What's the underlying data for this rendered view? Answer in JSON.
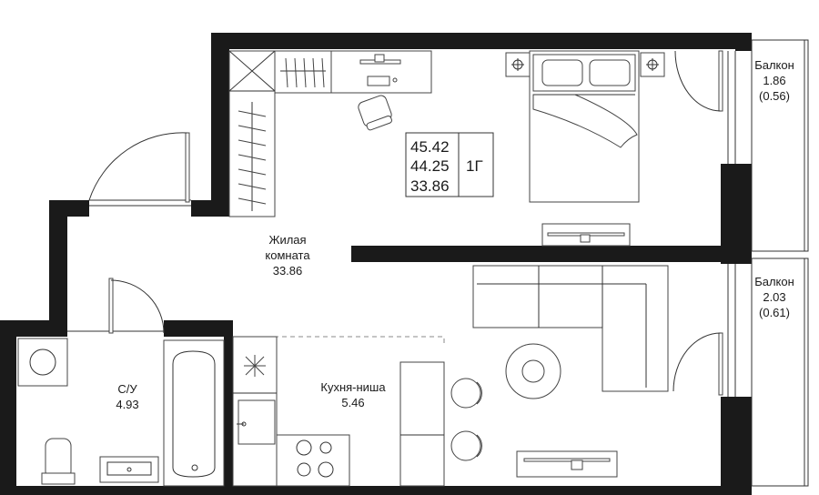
{
  "summary": {
    "total_area": "45.42",
    "living_total": "44.25",
    "living_room": "33.86",
    "type": "1Г"
  },
  "rooms": {
    "living": {
      "name_line1": "Жилая",
      "name_line2": "комната",
      "area": "33.86"
    },
    "bathroom": {
      "name": "С/У",
      "area": "4.93"
    },
    "kitchen": {
      "name": "Кухня-ниша",
      "area": "5.46"
    },
    "balcony1": {
      "name": "Балкон",
      "area": "1.86",
      "coef_area": "(0.56)"
    },
    "balcony2": {
      "name": "Балкон",
      "area": "2.03",
      "coef_area": "(0.61)"
    }
  },
  "colors": {
    "wall": "#1a1a1a",
    "line": "#333333",
    "background": "#ffffff"
  }
}
